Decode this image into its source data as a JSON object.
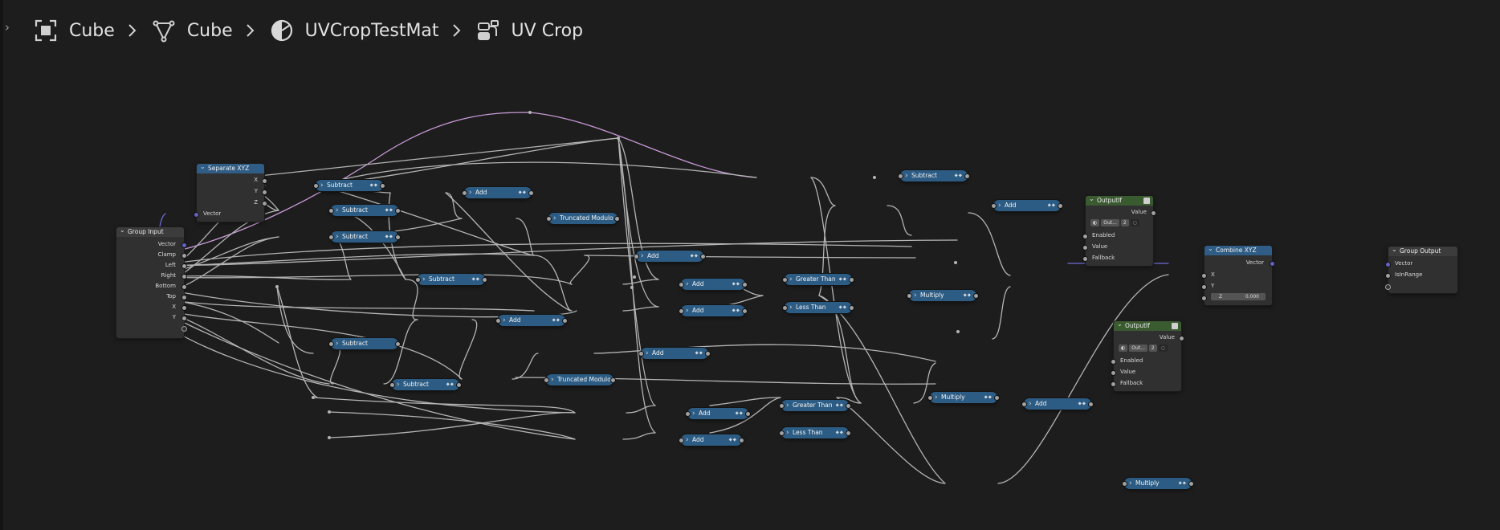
{
  "breadcrumb": {
    "items": [
      {
        "label": "Cube",
        "icon": "object-icon"
      },
      {
        "label": "Cube",
        "icon": "mesh-icon"
      },
      {
        "label": "UVCropTestMat",
        "icon": "material-icon"
      },
      {
        "label": "UV Crop",
        "icon": "node-group-icon"
      }
    ]
  },
  "colors": {
    "background": "#1d1d1d",
    "math_node": "#2c5c84",
    "vector_header": "#2f5d85",
    "group_header": "#3c3c3c",
    "custom_header": "#3a5a30",
    "link": "#b4b4b4",
    "link_vector": "#6b6bd6",
    "link_highlight": "#c79ad6"
  },
  "nodes": {
    "group_input": {
      "title": "Group Input",
      "outputs": [
        "Vector",
        "Clamp",
        "Left",
        "Right",
        "Bottom",
        "Top",
        "X",
        "Y"
      ]
    },
    "separate_xyz": {
      "title": "Separate XYZ",
      "outputs": [
        "X",
        "Y",
        "Z"
      ],
      "inputs": [
        "Vector"
      ]
    },
    "output_if_1": {
      "title": "OutputIf",
      "value_label": "Value",
      "data_block": "Out...",
      "users": "2",
      "inputs": [
        "Enabled",
        "Value",
        "Fallback"
      ]
    },
    "output_if_2": {
      "title": "OutputIf",
      "value_label": "Value",
      "data_block": "Out...",
      "users": "2",
      "inputs": [
        "Enabled",
        "Value",
        "Fallback"
      ]
    },
    "combine_xyz": {
      "title": "Combine XYZ",
      "output": "Vector",
      "inputs": [
        "X",
        "Y"
      ],
      "z_label": "Z",
      "z_value": "0.000"
    },
    "group_output": {
      "title": "Group Output",
      "inputs": [
        "Vector",
        "IsInRange"
      ]
    },
    "math": [
      {
        "label": "Subtract"
      },
      {
        "label": "Subtract"
      },
      {
        "label": "Subtract"
      },
      {
        "label": "Add"
      },
      {
        "label": "Truncated Modulo"
      },
      {
        "label": "Subtract"
      },
      {
        "label": "Add"
      },
      {
        "label": "Add"
      },
      {
        "label": "Add"
      },
      {
        "label": "Subtract"
      },
      {
        "label": "Subtract"
      },
      {
        "label": "Add"
      },
      {
        "label": "Truncated Modulo"
      },
      {
        "label": "Add"
      },
      {
        "label": "Add"
      },
      {
        "label": "Add"
      },
      {
        "label": "Greater Than"
      },
      {
        "label": "Less Than"
      },
      {
        "label": "Greater Than"
      },
      {
        "label": "Less Than"
      },
      {
        "label": "Subtract"
      },
      {
        "label": "Add"
      },
      {
        "label": "Multiply"
      },
      {
        "label": "Multiply"
      },
      {
        "label": "Add"
      },
      {
        "label": "Multiply"
      }
    ]
  }
}
